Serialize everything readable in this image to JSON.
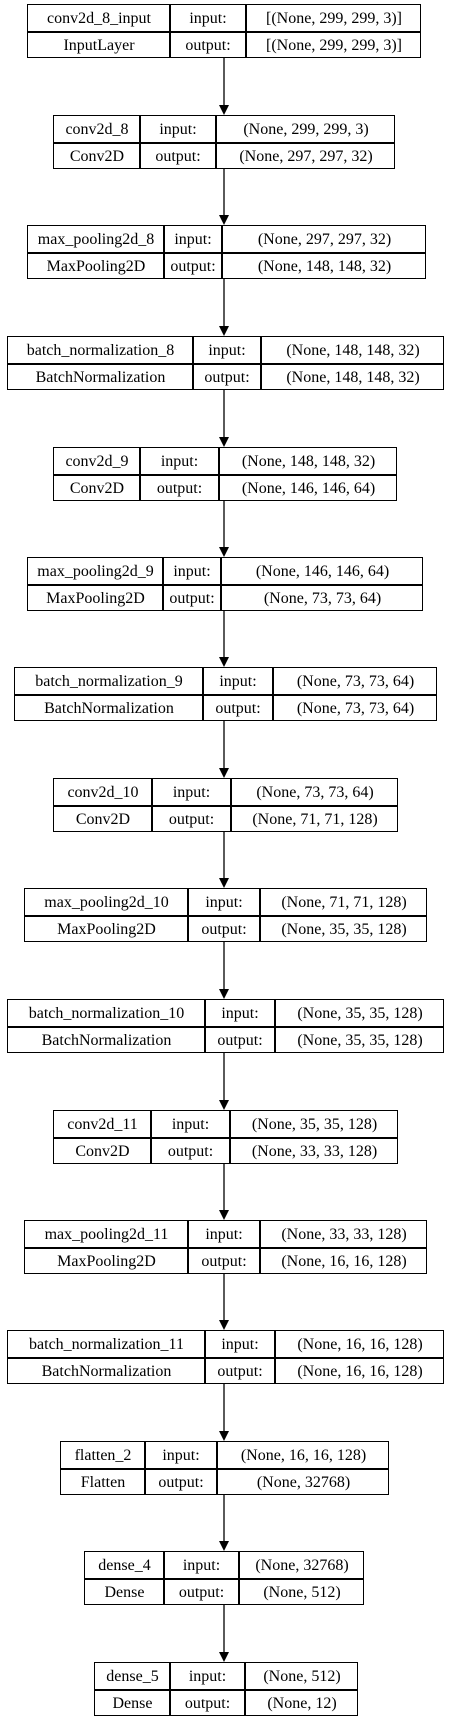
{
  "layers": [
    {
      "name": "conv2d_8_input",
      "type": "InputLayer",
      "input_label": "input:",
      "output_label": "output:",
      "input": "[(None, 299, 299, 3)]",
      "output": "[(None, 299, 299, 3)]"
    },
    {
      "name": "conv2d_8",
      "type": "Conv2D",
      "input_label": "input:",
      "output_label": "output:",
      "input": "(None, 299, 299, 3)",
      "output": "(None, 297, 297, 32)"
    },
    {
      "name": "max_pooling2d_8",
      "type": "MaxPooling2D",
      "input_label": "input:",
      "output_label": "output:",
      "input": "(None, 297, 297, 32)",
      "output": "(None, 148, 148, 32)"
    },
    {
      "name": "batch_normalization_8",
      "type": "BatchNormalization",
      "input_label": "input:",
      "output_label": "output:",
      "input": "(None, 148, 148, 32)",
      "output": "(None, 148, 148, 32)"
    },
    {
      "name": "conv2d_9",
      "type": "Conv2D",
      "input_label": "input:",
      "output_label": "output:",
      "input": "(None, 148, 148, 32)",
      "output": "(None, 146, 146, 64)"
    },
    {
      "name": "max_pooling2d_9",
      "type": "MaxPooling2D",
      "input_label": "input:",
      "output_label": "output:",
      "input": "(None, 146, 146, 64)",
      "output": "(None, 73, 73, 64)"
    },
    {
      "name": "batch_normalization_9",
      "type": "BatchNormalization",
      "input_label": "input:",
      "output_label": "output:",
      "input": "(None, 73, 73, 64)",
      "output": "(None, 73, 73, 64)"
    },
    {
      "name": "conv2d_10",
      "type": "Conv2D",
      "input_label": "input:",
      "output_label": "output:",
      "input": "(None, 73, 73, 64)",
      "output": "(None, 71, 71, 128)"
    },
    {
      "name": "max_pooling2d_10",
      "type": "MaxPooling2D",
      "input_label": "input:",
      "output_label": "output:",
      "input": "(None, 71, 71, 128)",
      "output": "(None, 35, 35, 128)"
    },
    {
      "name": "batch_normalization_10",
      "type": "BatchNormalization",
      "input_label": "input:",
      "output_label": "output:",
      "input": "(None, 35, 35, 128)",
      "output": "(None, 35, 35, 128)"
    },
    {
      "name": "conv2d_11",
      "type": "Conv2D",
      "input_label": "input:",
      "output_label": "output:",
      "input": "(None, 35, 35, 128)",
      "output": "(None, 33, 33, 128)"
    },
    {
      "name": "max_pooling2d_11",
      "type": "MaxPooling2D",
      "input_label": "input:",
      "output_label": "output:",
      "input": "(None, 33, 33, 128)",
      "output": "(None, 16, 16, 128)"
    },
    {
      "name": "batch_normalization_11",
      "type": "BatchNormalization",
      "input_label": "input:",
      "output_label": "output:",
      "input": "(None, 16, 16, 128)",
      "output": "(None, 16, 16, 128)"
    },
    {
      "name": "flatten_2",
      "type": "Flatten",
      "input_label": "input:",
      "output_label": "output:",
      "input": "(None, 16, 16, 128)",
      "output": "(None, 32768)"
    },
    {
      "name": "dense_4",
      "type": "Dense",
      "input_label": "input:",
      "output_label": "output:",
      "input": "(None, 32768)",
      "output": "(None, 512)"
    },
    {
      "name": "dense_5",
      "type": "Dense",
      "input_label": "input:",
      "output_label": "output:",
      "input": "(None, 512)",
      "output": "(None, 12)"
    }
  ]
}
